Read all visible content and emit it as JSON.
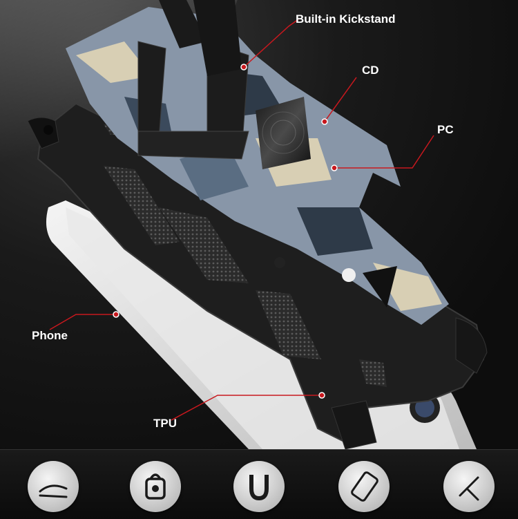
{
  "callouts": {
    "kickstand": "Built-in Kickstand",
    "cd": "CD",
    "pc": "PC",
    "phone": "Phone",
    "tpu": "TPU"
  },
  "colors": {
    "callout_line": "#c8181e",
    "label_text": "#ffffff",
    "background": "#0c0c0c"
  },
  "feature_icons": [
    "bend-flex-icon",
    "bumper-corner-icon",
    "magnet-icon",
    "phone-tilt-icon",
    "kickstand-angle-icon"
  ]
}
